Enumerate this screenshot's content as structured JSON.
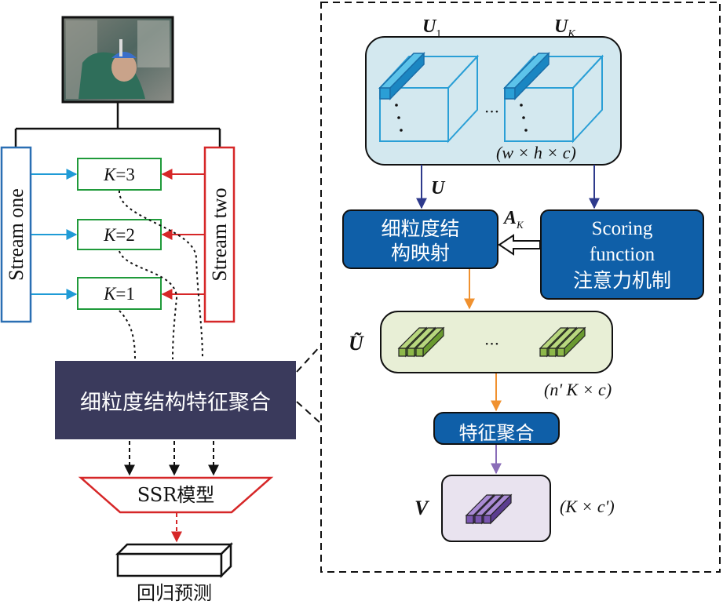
{
  "colors": {
    "stream_one": "#2a6fb3",
    "stream_two": "#d62728",
    "k_box": "#1f9a3a",
    "arrow_blue": "#1f9bd6",
    "arrow_red": "#d62728",
    "dark_box": "#3a3a5c",
    "blue_box": "#0f5fa8",
    "box_light_blue": "#d3e8ef",
    "box_light_green": "#e8efd6",
    "box_light_purple": "#e9e3ef",
    "arrow_navy": "#2e3a8c",
    "arrow_orange": "#f0912f",
    "arrow_purple": "#8a6db8",
    "cube_blue": "#2a9fd6",
    "bar_green": "#8db84a",
    "bar_purple": "#7a56b0"
  },
  "left": {
    "stream_one": "Stream one",
    "stream_two": "Stream two",
    "k_boxes": [
      {
        "var": "K",
        "value": "=3"
      },
      {
        "var": "K",
        "value": "=2"
      },
      {
        "var": "K",
        "value": "=1"
      }
    ],
    "aggregation_label": "细粒度结构特征聚合",
    "ssr_label": "SSR模型",
    "output_label": "回归预测"
  },
  "right": {
    "u1_var": "U",
    "u1_sub": "1",
    "uk_var": "U",
    "uk_sub": "K",
    "ellipsis_top": "···",
    "dims_top": "(w × h × c)",
    "u_label": "U",
    "ak_var": "A",
    "ak_sub": "K",
    "mapping_line1": "细粒度结",
    "mapping_line2": "构映射",
    "scoring_line1": "Scoring",
    "scoring_line2": "function",
    "scoring_line3": "注意力机制",
    "u_tilde": "Ũ",
    "ellipsis_mid": "···",
    "dims_mid": "(n' K × c)",
    "feature_agg": "特征聚合",
    "v_label": "V",
    "dims_bottom": "(K × c')"
  }
}
